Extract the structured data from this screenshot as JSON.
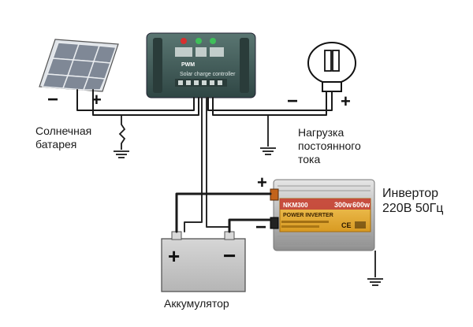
{
  "solar_panel": {
    "label_line1": "Солнечная",
    "label_line2": "батарея",
    "minus": "−",
    "plus": "+"
  },
  "controller": {
    "badge": "PWM",
    "caption": "Solar charge controller"
  },
  "load": {
    "label_line1": "Нагрузка",
    "label_line2": "постоянного",
    "label_line3": "тока",
    "minus": "−",
    "plus": "+"
  },
  "inverter": {
    "label_line1": "Инвертор",
    "label_line2": "220В 50Гц",
    "plus": "+",
    "minus": "−",
    "model": "NKM300",
    "power_300": "300w",
    "power_600": "600w",
    "brand_line": "POWER INVERTER",
    "ce_mark": "CE"
  },
  "battery": {
    "label": "Аккумулятор",
    "plus": "+",
    "minus": "−"
  },
  "colors": {
    "wire": "#1a1a1a",
    "controller_body": "#3f5a57",
    "battery_body": "#c9c9c9",
    "inverter_body": "#c8c8c8",
    "inverter_label": "#e8b23a",
    "panel_cell": "#7f8896"
  }
}
